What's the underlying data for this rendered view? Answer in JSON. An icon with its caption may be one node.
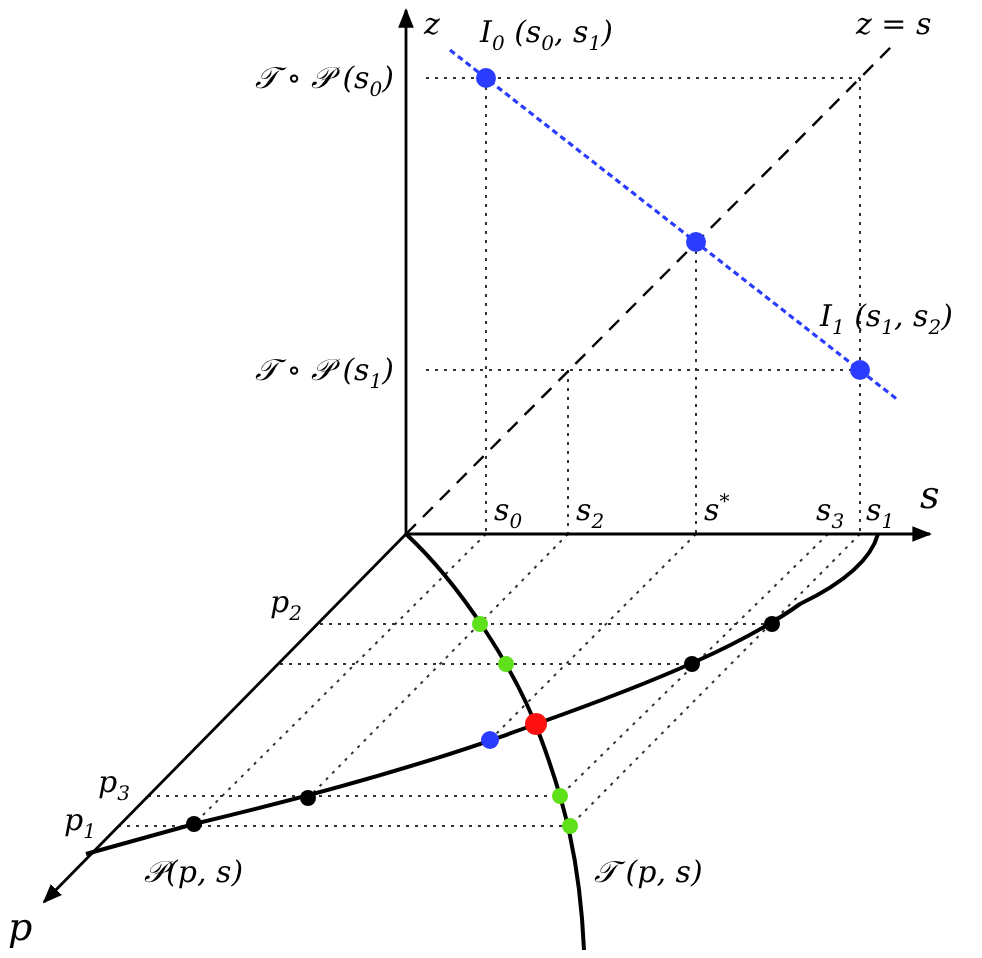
{
  "diagram": {
    "labels": [
      "z",
      "z = s",
      "I$_{0}$ (s$_{0}$, s$_{1}$)",
      "𝒯 ∘ 𝒫 (s$_{0}$)",
      "I$_{1}$ (s$_{1}$, s$_{2}$)",
      "𝒯 ∘ 𝒫 (s$_{1}$)",
      "s$_{0}$",
      "s$_{2}$",
      "s$^{*}$",
      "s$_{3}$",
      "s$_{1}$",
      "s",
      "p$_{2}$",
      "p$_{3}$",
      "p$_{1}$",
      "p",
      "𝒫(p, s)",
      "𝒯 (p, s)"
    ]
  }
}
